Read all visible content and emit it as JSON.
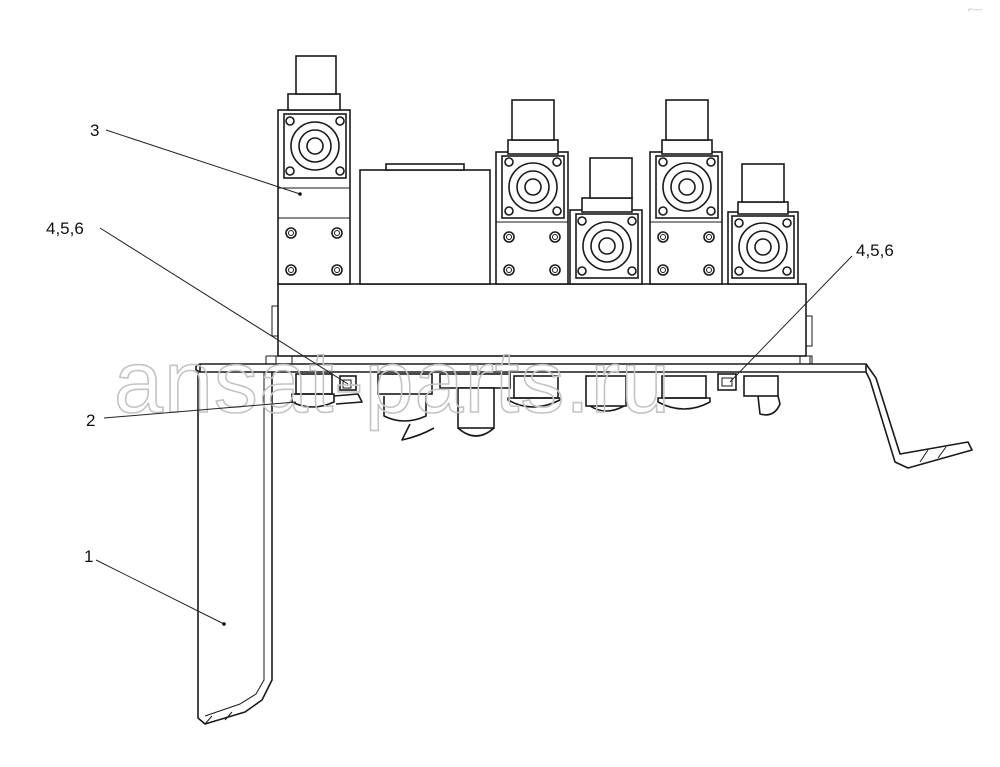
{
  "watermark": "ansat-parts.ru",
  "corner_mark": "⌐—",
  "callouts": {
    "c3": "3",
    "c456_left": "4,5,6",
    "c456_right": "4,5,6",
    "c2": "2",
    "c1": "1"
  }
}
